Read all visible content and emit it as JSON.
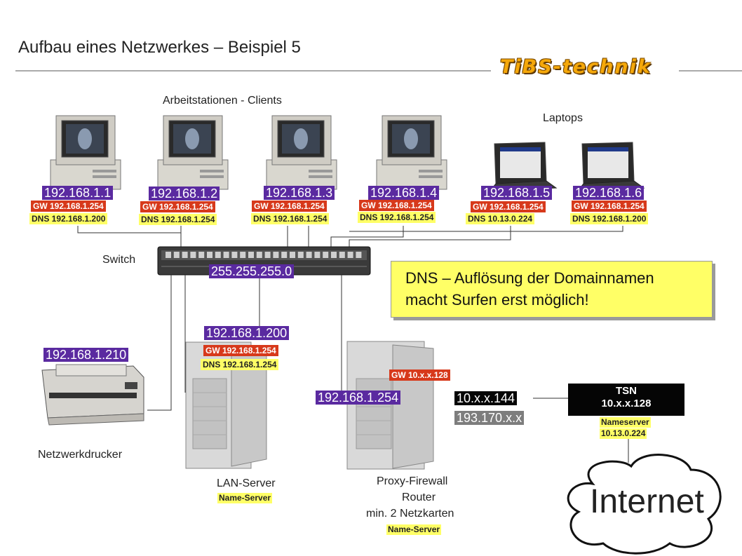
{
  "title": "Aufbau eines Netzwerkes – Beispiel 5",
  "logo_text": "TiBS-technik",
  "labels": {
    "workstations": "Arbeitstationen - Clients",
    "laptops": "Laptops",
    "switch": "Switch",
    "printer": "Netzwerkdrucker",
    "lan_server": "LAN-Server",
    "proxy_line1": "Proxy-Firewall",
    "proxy_line2": "Router",
    "proxy_line3": "min. 2 Netzkarten",
    "name_server": "Name-Server"
  },
  "clients": [
    {
      "ip": "192.168.1.1",
      "gw": "GW 192.168.1.254",
      "dns": "DNS 192.168.1.200"
    },
    {
      "ip": "192.168.1.2",
      "gw": "GW 192.168.1.254",
      "dns": "DNS 192.168.1.254"
    },
    {
      "ip": "192.168.1.3",
      "gw": "GW 192.168.1.254",
      "dns": "DNS 192.168.1.254"
    },
    {
      "ip": "192.168.1.4",
      "gw": "GW 192.168.1.254",
      "dns": "DNS 192.168.1.254"
    },
    {
      "ip": "192.168.1.5",
      "gw": "GW 192.168.1.254",
      "dns": "DNS 10.13.0.224"
    },
    {
      "ip": "192.168.1.6",
      "gw": "GW 192.168.1.254",
      "dns": "DNS 192.168.1.200"
    }
  ],
  "subnet_mask": "255.255.255.0",
  "printer_ip": "192.168.1.210",
  "lan_server": {
    "ip": "192.168.1.200",
    "gw": "GW 192.168.1.254",
    "dns": "DNS 192.168.1.254"
  },
  "proxy": {
    "gw": "GW 10.x.x.128",
    "ip_lan": "192.168.1.254",
    "ip_wan": "10.x.x.144",
    "ip_public": "193.170.x.x"
  },
  "tsn": {
    "name": "TSN",
    "ip": "10.x.x.128",
    "ns_label": "Nameserver",
    "ns_ip": "10.13.0.224"
  },
  "callout": {
    "line1": "DNS – Auflösung der Domainnamen",
    "line2": "macht Surfen erst möglich!"
  },
  "internet": "Internet",
  "colors": {
    "ip": "#5a2aa0",
    "gw": "#d7391b",
    "dns": "#ffff66",
    "logo": "#f5a80a"
  }
}
